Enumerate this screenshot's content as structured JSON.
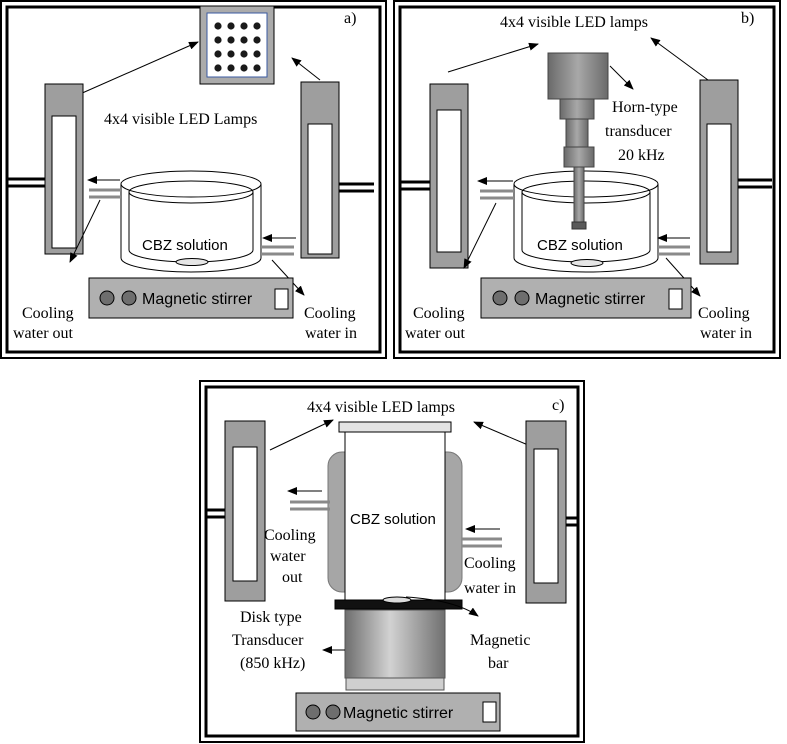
{
  "panel_a": {
    "label": "a)",
    "lamps": "4x4 visible LED Lamps",
    "solution": "CBZ solution",
    "stirrer": "Magnetic stirrer",
    "cool_out_1": "Cooling",
    "cool_out_2": "water out",
    "cool_in_1": "Cooling",
    "cool_in_2": "water in"
  },
  "panel_b": {
    "label": "b)",
    "lamps": "4x4 visible LED lamps",
    "horn_1": "Horn-type",
    "horn_2": "transducer",
    "horn_3": "20 kHz",
    "solution": "CBZ solution",
    "stirrer": "Magnetic stirrer",
    "cool_out_1": "Cooling",
    "cool_out_2": "water out",
    "cool_in_1": "Cooling",
    "cool_in_2": "water in"
  },
  "panel_c": {
    "label": "c)",
    "lamps": "4x4 visible LED lamps",
    "solution": "CBZ solution",
    "cool_out_1": "Cooling",
    "cool_out_2": "water",
    "cool_out_3": "out",
    "cool_in_1": "Cooling",
    "cool_in_2": "water in",
    "disk_1": "Disk type",
    "disk_2": "Transducer",
    "disk_3": "(850 kHz)",
    "bar_1": "Magnetic",
    "bar_2": "bar",
    "stirrer": "Magnetic stirrer"
  }
}
